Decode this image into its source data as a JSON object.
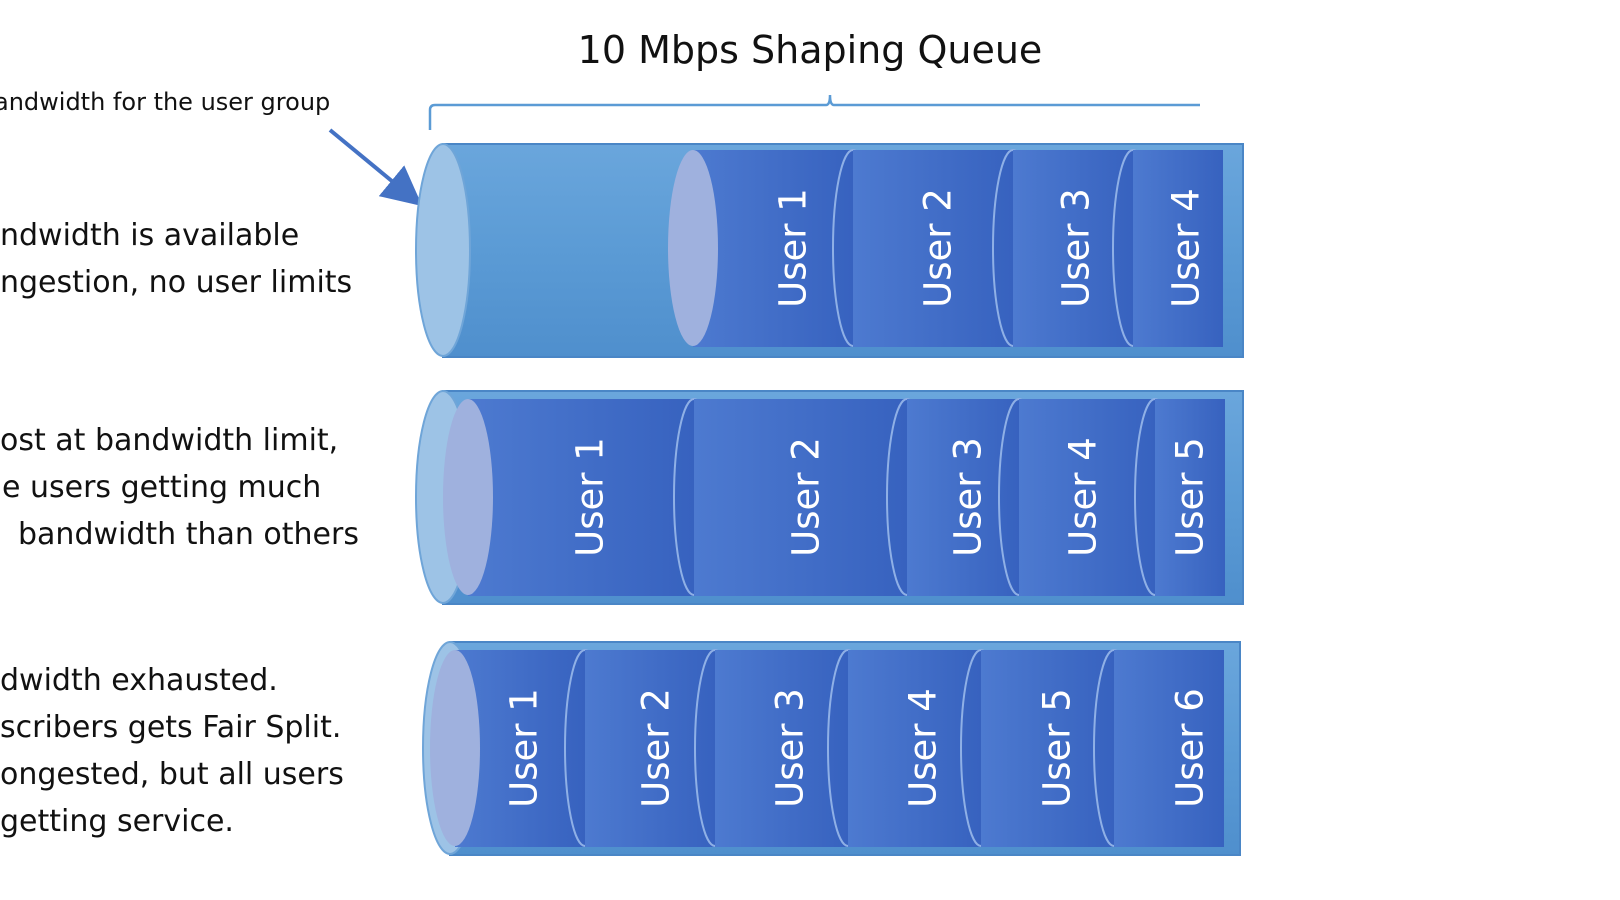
{
  "title": "10 Mbps Shaping Queue",
  "brace_note": "andwidth for the user group",
  "colors": {
    "pipe_body": "#5b9bd5",
    "pipe_edge": "#4a86c6",
    "pipe_end": "#9dc3e6",
    "segment": "#3a66c2",
    "segment_light": "#4d7ad0",
    "segment_end": "#9fb1de",
    "arrow": "#4472c4"
  },
  "rows": [
    {
      "description": [
        "ndwidth is available",
        "ngestion, no user limits"
      ],
      "users": [
        "User 1",
        "User 2",
        "User 3",
        "User 4"
      ]
    },
    {
      "description": [
        "ost at bandwidth limit,",
        "e users getting much",
        "bandwidth than others"
      ],
      "users": [
        "User 1",
        "User 2",
        "User 3",
        "User 4",
        "User 5"
      ]
    },
    {
      "description": [
        "dwidth exhausted.",
        "scribers gets Fair Split.",
        "ongested, but all users",
        "getting service."
      ],
      "users": [
        "User 1",
        "User 2",
        "User 3",
        "User 4",
        "User 5",
        "User 6"
      ]
    }
  ]
}
